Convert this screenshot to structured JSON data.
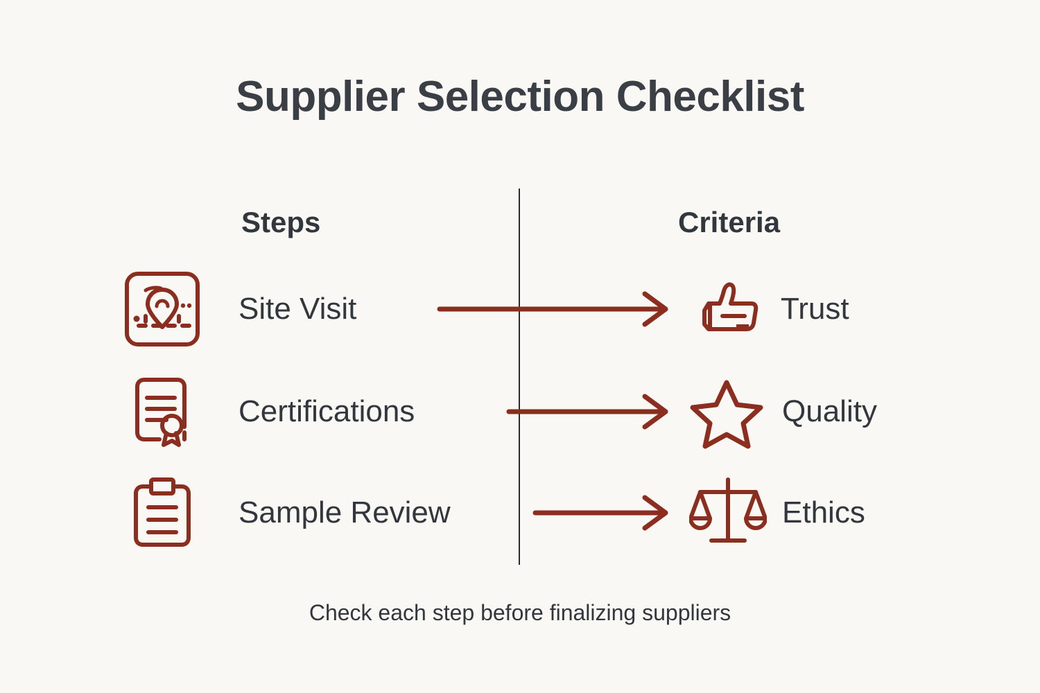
{
  "title": "Supplier Selection Checklist",
  "columns": {
    "steps_header": "Steps",
    "criteria_header": "Criteria"
  },
  "rows": [
    {
      "step_label": "Site Visit",
      "step_icon": "map-location-pin-icon",
      "criteria_label": "Trust",
      "criteria_icon": "thumbs-up-icon"
    },
    {
      "step_label": "Certifications",
      "step_icon": "certificate-document-icon",
      "criteria_label": "Quality",
      "criteria_icon": "star-icon"
    },
    {
      "step_label": "Sample Review",
      "step_icon": "clipboard-icon",
      "criteria_label": "Ethics",
      "criteria_icon": "balance-scales-icon"
    }
  ],
  "footer": "Check each step before finalizing suppliers",
  "colors": {
    "background": "#FAF8F5",
    "text": "#32373D",
    "title": "#3A3F45",
    "accent": "#8B2E1F",
    "divider": "#2B2B2B"
  }
}
